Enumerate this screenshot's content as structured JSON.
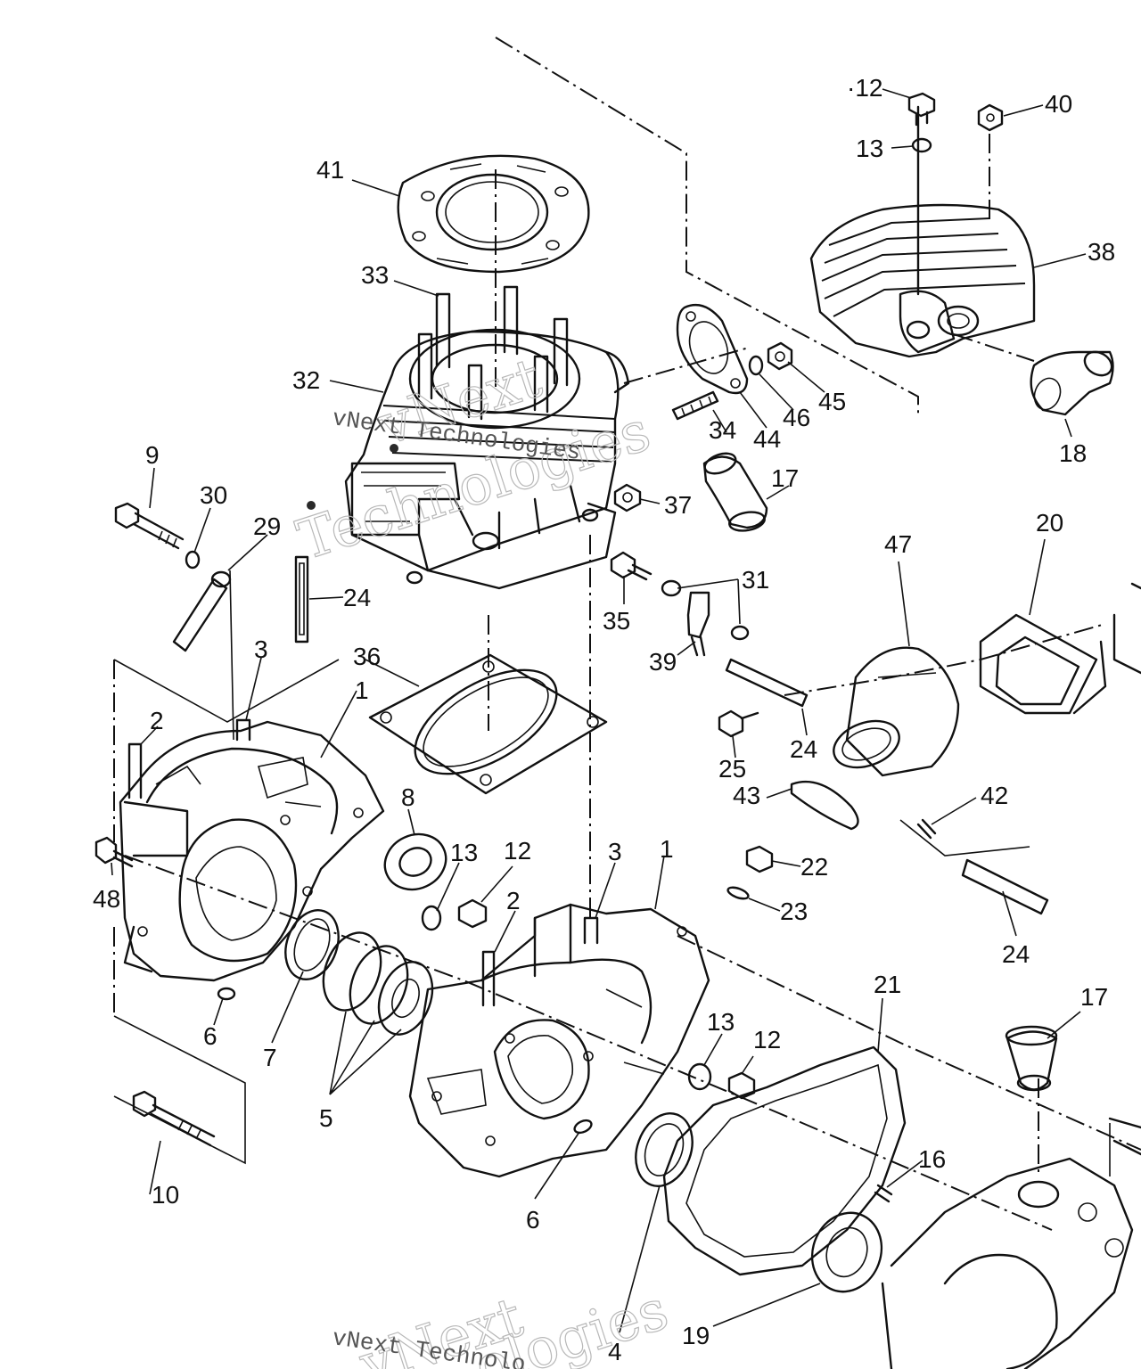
{
  "callouts": {
    "c1a": "1",
    "c1b": "1",
    "c2a": "2",
    "c2b": "2",
    "c3a": "3",
    "c3b": "3",
    "c4": "4",
    "c5": "5",
    "c6a": "6",
    "c6b": "6",
    "c7": "7",
    "c8": "8",
    "c9": "9",
    "c10": "10",
    "c12a": "·12",
    "c12b": "12",
    "c12c": "12",
    "c13a": "13",
    "c13b": "13",
    "c13c": "13",
    "c16": "16",
    "c17a": "17",
    "c17b": "17",
    "c18": "18",
    "c19": "19",
    "c20": "20",
    "c21": "21",
    "c22": "22",
    "c23": "23",
    "c24a": "24",
    "c24b": "24",
    "c24c": "24",
    "c25": "25",
    "c29": "29",
    "c30": "30",
    "c31": "31",
    "c32": "32",
    "c33": "33",
    "c34": "34",
    "c35": "35",
    "c36": "36",
    "c37": "37",
    "c38": "38",
    "c39": "39",
    "c40": "40",
    "c41": "41",
    "c42": "42",
    "c43": "43",
    "c44": "44",
    "c45": "45",
    "c46": "46",
    "c47": "47",
    "c48": "48"
  },
  "watermarks": {
    "top_large": "vNext",
    "top_small": "vNext Technologies",
    "top_brand": "Technologies",
    "bottom_large": "vNext",
    "bottom_small": "vNext Technolo",
    "bottom_brand": "ologies"
  }
}
